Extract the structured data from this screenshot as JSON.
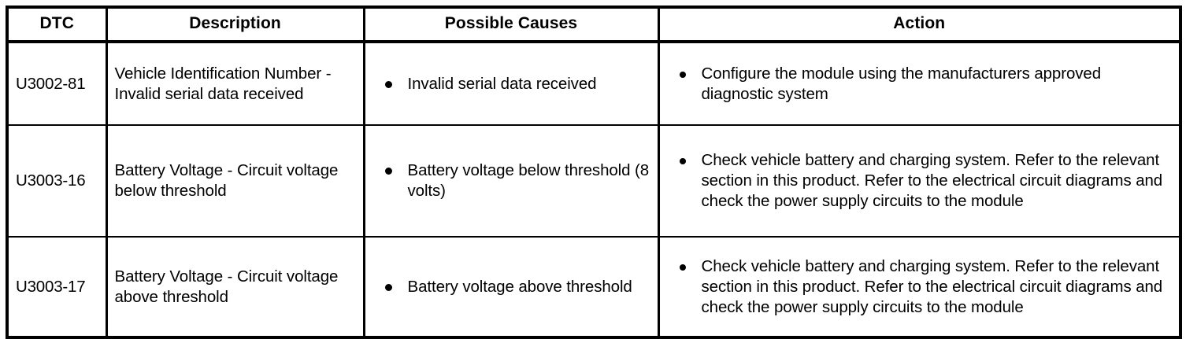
{
  "table": {
    "caption": "",
    "columns": [
      {
        "key": "dtc",
        "label": "DTC"
      },
      {
        "key": "desc",
        "label": "Description"
      },
      {
        "key": "cause",
        "label": "Possible Causes"
      },
      {
        "key": "action",
        "label": "Action"
      }
    ],
    "rows": [
      {
        "dtc": "U3002-81",
        "description": "Vehicle Identification Number - Invalid serial data received",
        "possible_causes": [
          "Invalid serial data received"
        ],
        "actions": [
          "Configure the module using the manufacturers approved diagnostic system"
        ]
      },
      {
        "dtc": "U3003-16",
        "description": "Battery Voltage - Circuit voltage below threshold",
        "possible_causes": [
          "Battery voltage below threshold (8 volts)"
        ],
        "actions": [
          "Check vehicle battery and charging system. Refer to the relevant section in this product. Refer to the electrical circuit diagrams and check the power supply circuits to the module"
        ]
      },
      {
        "dtc": "U3003-17",
        "description": "Battery Voltage - Circuit voltage above threshold",
        "possible_causes": [
          "Battery voltage above threshold"
        ],
        "actions": [
          "Check vehicle battery and charging system. Refer to the relevant section in this product. Refer to the electrical circuit diagrams and check the power supply circuits to the module"
        ]
      }
    ]
  },
  "style": {
    "text_color": "#000000",
    "background_color": "#ffffff",
    "border_color": "#000000",
    "bullet_glyph": "bullet-dot-icon"
  }
}
